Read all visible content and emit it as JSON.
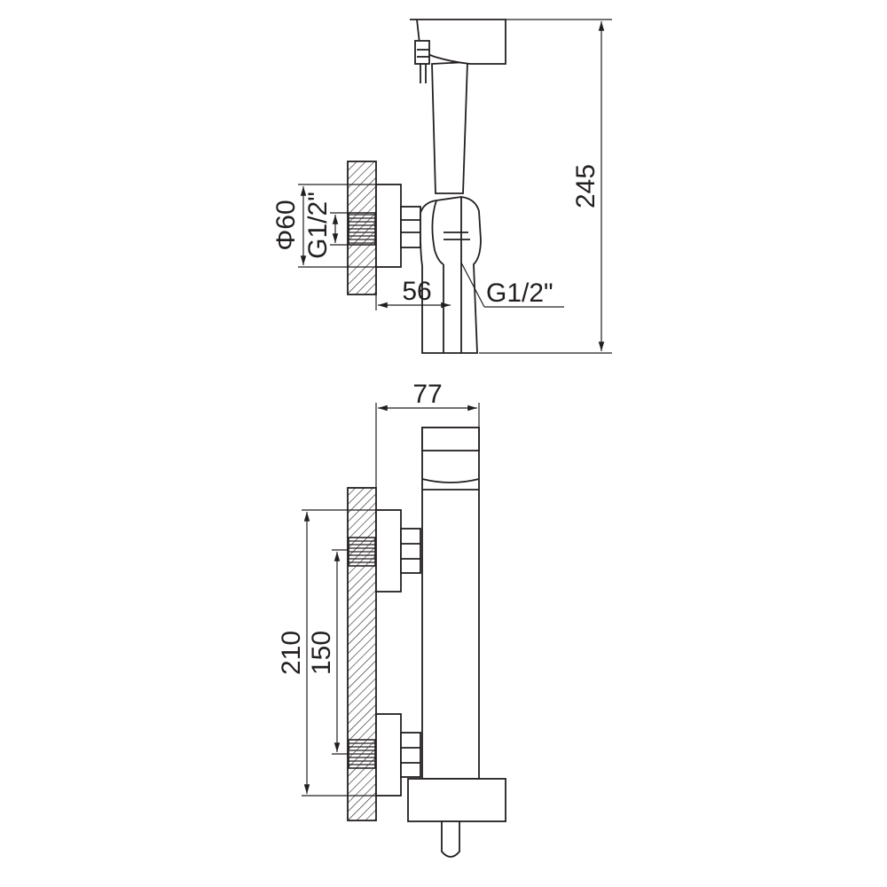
{
  "dimensions": {
    "height": "245",
    "diameter": "Φ60",
    "thread_wall": "G1/2\"",
    "depth": "56",
    "thread_outlet": "G1/2\"",
    "width": "77",
    "centers_outer": "210",
    "centers_inner": "150"
  },
  "colors": {
    "line": "#231f20",
    "background": "#ffffff"
  }
}
